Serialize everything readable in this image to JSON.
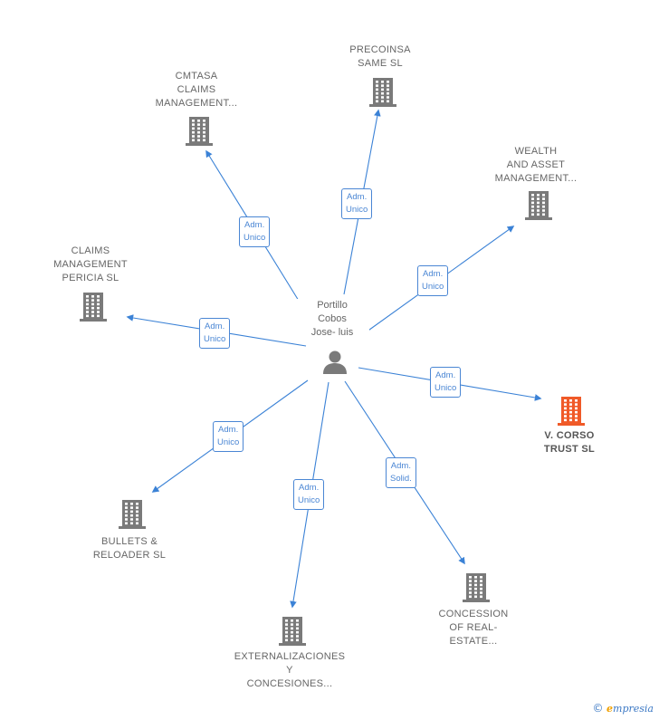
{
  "center": {
    "name": "Portillo\nCobos\nJose- luis",
    "icon": "person-icon"
  },
  "colors": {
    "edge": "#3b82d6",
    "building": "#7a7a7a",
    "highlight": "#f05a28",
    "label": "#666666"
  },
  "companies": [
    {
      "id": "precoinsa",
      "name": "PRECOINSA\nSAME SL",
      "role": "Adm.\nUnico",
      "highlight": false,
      "icon": "building-icon"
    },
    {
      "id": "cmtasa",
      "name": "CMTASA\nCLAIMS\nMANAGEMENT...",
      "role": "Adm.\nUnico",
      "highlight": false,
      "icon": "building-icon"
    },
    {
      "id": "wealth",
      "name": "WEALTH\nAND ASSET\nMANAGEMENT...",
      "role": "Adm.\nUnico",
      "highlight": false,
      "icon": "building-icon"
    },
    {
      "id": "claims-pericia",
      "name": "CLAIMS\nMANAGEMENT\nPERICIA SL",
      "role": "Adm.\nUnico",
      "highlight": false,
      "icon": "building-icon"
    },
    {
      "id": "corso",
      "name": "V. CORSO\nTRUST SL",
      "role": "Adm.\nUnico",
      "highlight": true,
      "icon": "building-icon"
    },
    {
      "id": "bullets",
      "name": "BULLETS &\nRELOADER SL",
      "role": "Adm.\nUnico",
      "highlight": false,
      "icon": "building-icon"
    },
    {
      "id": "concession",
      "name": "CONCESSION\nOF REAL-\nESTATE...",
      "role": "Adm.\nSolid.",
      "highlight": false,
      "icon": "building-icon"
    },
    {
      "id": "externalizaciones",
      "name": "EXTERNALIZACIONES\nY\nCONCESIONES...",
      "role": "Adm.\nUnico",
      "highlight": false,
      "icon": "building-icon"
    }
  ],
  "brand": {
    "copyright": "©",
    "initial": "e",
    "rest": "mpresia"
  }
}
